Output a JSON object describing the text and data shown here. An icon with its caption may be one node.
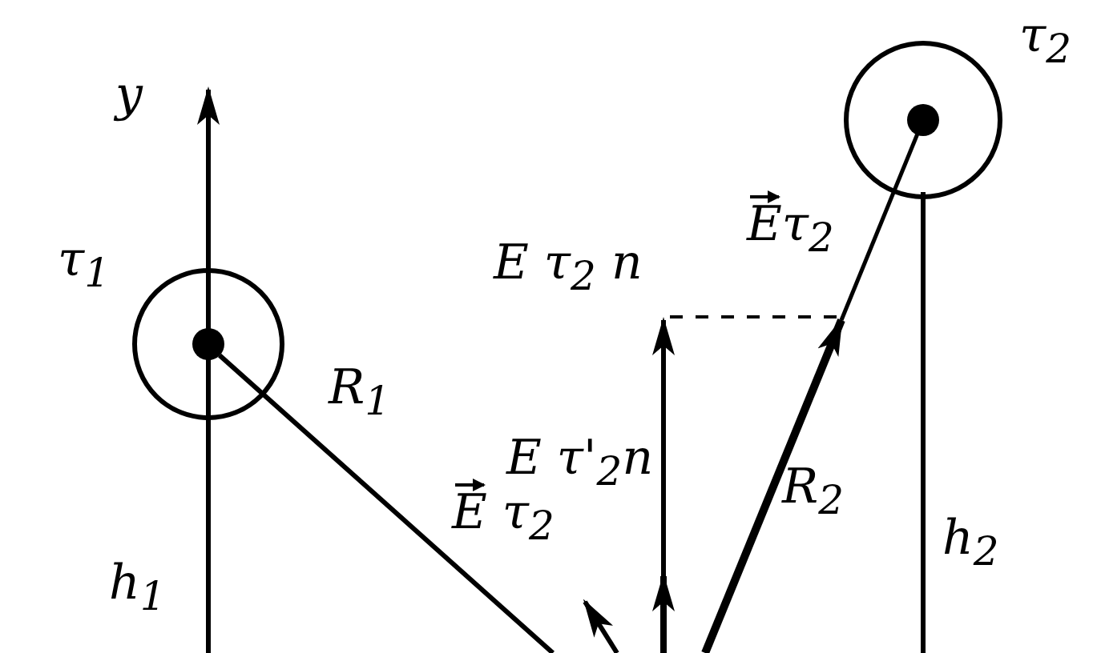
{
  "diagram": {
    "nodes": [
      {
        "text": [
          "τ$_{1}$"
        ]
      },
      {
        "text": [
          "τ$_{2}$"
        ]
      }
    ],
    "labels": [
      "y",
      "E τ$_{2}$ n",
      "Eτ$_{2}$",
      "R$_{1}$",
      "E τ'$_{2}$n",
      "E τ$_{2}$",
      "R$_{2}$",
      "h$_{1}$",
      "h$_{2}$"
    ]
  }
}
